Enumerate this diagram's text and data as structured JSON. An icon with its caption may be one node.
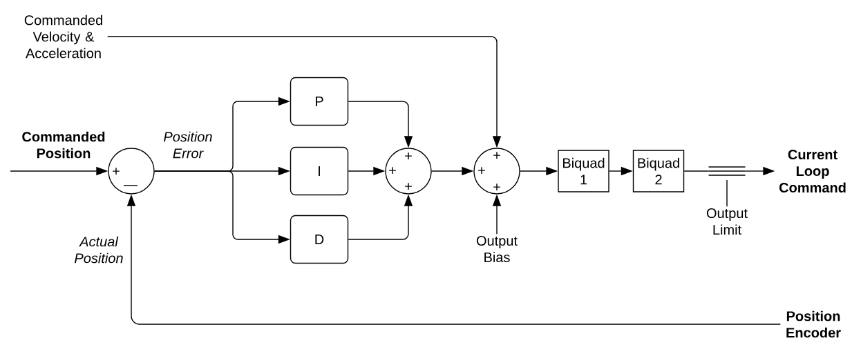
{
  "diagram": {
    "nodes": [
      {
        "text": [
          "Commanded Velocity & Acceleration"
        ]
      },
      {
        "text": [
          "+",
          "—"
        ]
      },
      {
        "text": [
          "P"
        ]
      },
      {
        "text": [
          "I"
        ]
      },
      {
        "text": [
          "D"
        ]
      },
      {
        "text": [
          "+",
          "+",
          "+"
        ]
      },
      {
        "text": [
          "+",
          "+",
          "+"
        ]
      },
      {
        "text": [
          "Output Bias"
        ]
      },
      {
        "text": [
          "Biquad 1"
        ]
      },
      {
        "text": [
          "Biquad 2"
        ]
      },
      {
        "text": [],
        "shape": "bar"
      },
      {
        "text": [
          "Output Limit"
        ]
      },
      {
        "text": [
          "Current Loop Command"
        ]
      },
      {
        "text": [
          "Position Encoder"
        ]
      }
    ],
    "edges": [
      {
        "from": null,
        "to": 1,
        "arrow": "to",
        "label": "Commanded Position"
      },
      {
        "from": 1,
        "to": 2,
        "arrow": "to"
      },
      {
        "from": 1,
        "to": 3,
        "arrow": "to",
        "label": "Position Error"
      },
      {
        "from": 1,
        "to": 4,
        "arrow": "to"
      },
      {
        "from": 2,
        "to": 5,
        "arrow": "to"
      },
      {
        "from": 3,
        "to": 5,
        "arrow": "to"
      },
      {
        "from": 4,
        "to": 5,
        "arrow": "to"
      },
      {
        "from": 5,
        "to": 6,
        "arrow": "to"
      },
      {
        "from": 0,
        "to": 6,
        "arrow": "to"
      },
      {
        "from": 7,
        "to": 6,
        "arrow": "to"
      },
      {
        "from": 6,
        "to": 8,
        "arrow": "to"
      },
      {
        "from": 8,
        "to": 9,
        "arrow": "to"
      },
      {
        "from": 9,
        "to": 10,
        "arrow": "none"
      },
      {
        "from": 10,
        "to": 12,
        "arrow": "to"
      },
      {
        "from": 11,
        "to": 10,
        "arrow": "none"
      },
      {
        "from": 13,
        "to": 1,
        "arrow": "to",
        "label": "Actual Position"
      }
    ]
  }
}
